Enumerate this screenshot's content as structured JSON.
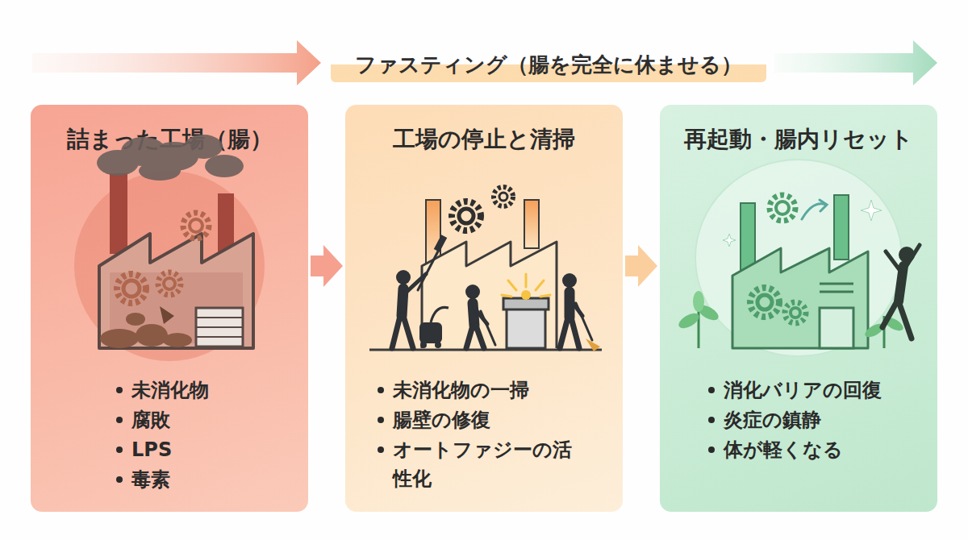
{
  "diagram": {
    "title": "ファスティング（腸を完全に休ませる）",
    "nodes": [
      {
        "text": [
          "詰まった工場（腸）",
          "未消化物",
          "腐敗",
          "LPS",
          "毒素"
        ]
      },
      {
        "text": [
          "工場の停止と清掃",
          "未消化物の一掃",
          "腸壁の修復",
          "オートファジーの活性化"
        ]
      },
      {
        "text": [
          "再起動・腸内リセット",
          "消化バリアの回復",
          "炎症の鎮静",
          "体が軽くなる"
        ]
      }
    ],
    "edges": [
      {
        "from": 0,
        "to": 1,
        "arrow": "to"
      },
      {
        "from": 1,
        "to": 2,
        "arrow": "to"
      }
    ]
  }
}
